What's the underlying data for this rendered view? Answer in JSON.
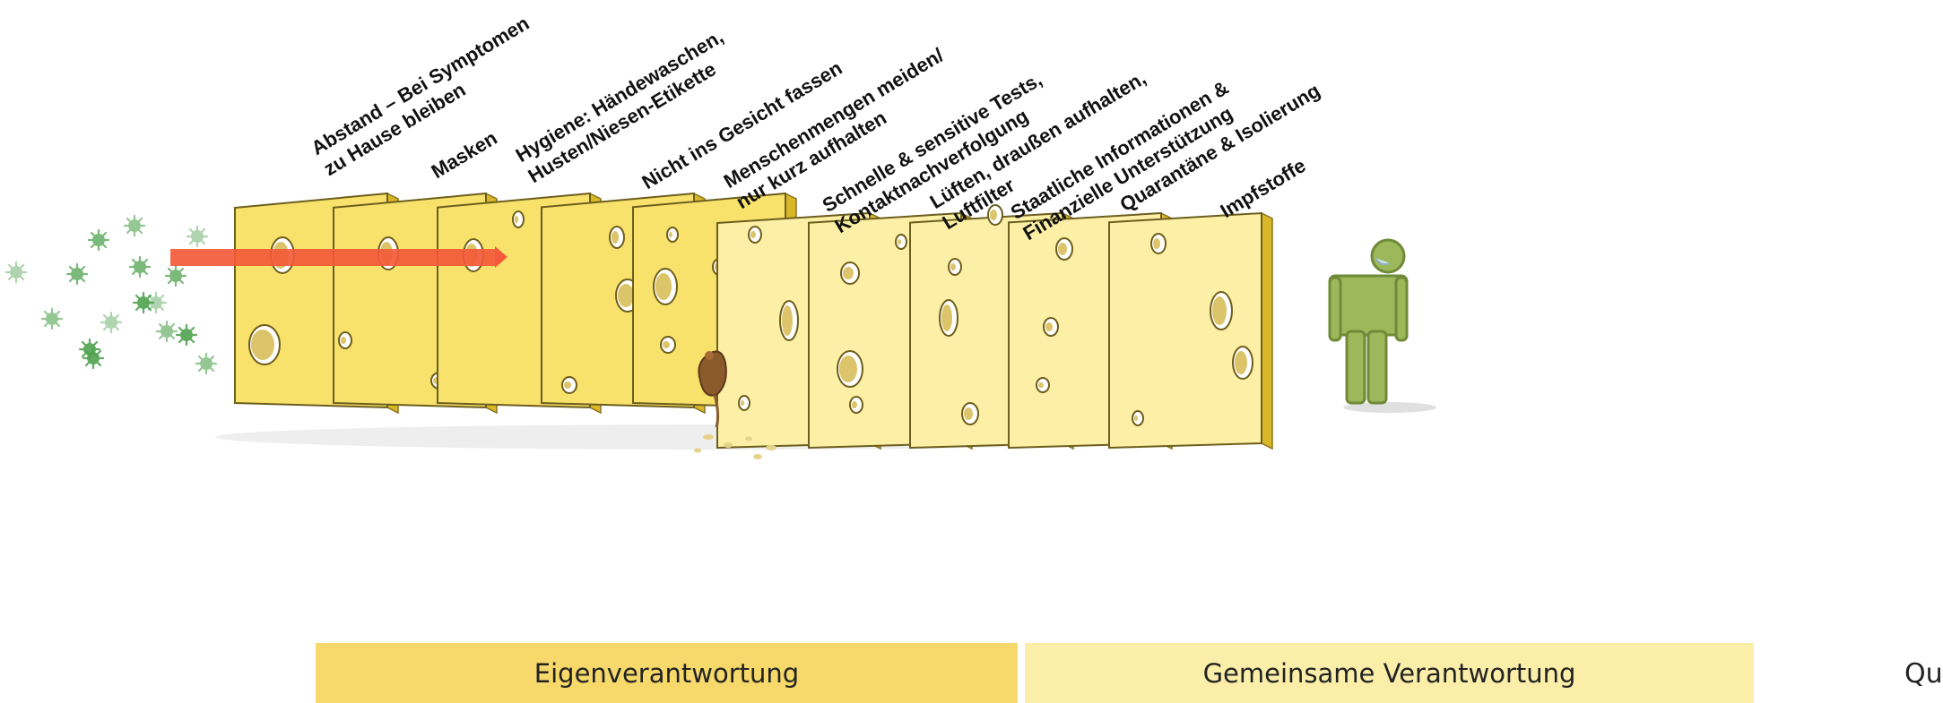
{
  "slices": [
    {
      "label": "Abstand – Bei Symptomen\nzu Hause bleiben"
    },
    {
      "label": "Masken"
    },
    {
      "label": "Hygiene: Händewaschen,\nHusten/Niesen-Etikette"
    },
    {
      "label": "Nicht ins Gesicht fassen"
    },
    {
      "label": "Menschenmengen meiden/\nnur kurz aufhalten"
    },
    {
      "label": "Schnelle & sensitive Tests,\nKontaktnachverfolgung"
    },
    {
      "label": "Lüften, draußen aufhalten,\nLuftfilter"
    },
    {
      "label": "Staatliche Informationen &\nFinanzielle Unterstützung"
    },
    {
      "label": "Quarantäne & Isolierung"
    },
    {
      "label": "Impfstoffe"
    }
  ],
  "responsibility": {
    "own": "Eigenverantwortung",
    "shared": "Gemeinsame Verantwortung"
  },
  "source_note": "Qu",
  "colors": {
    "own_band": "#f6d96a",
    "shared_band": "#fbeea9",
    "cheese_own": "#f8e26c",
    "cheese_shared": "#fdf0a6",
    "arrow": "#f35a3a",
    "virus": "#4fa24f",
    "person": "#9cb85a"
  },
  "icons": [
    "virus-icon",
    "person-icon",
    "mouse-icon",
    "arrow-icon"
  ]
}
